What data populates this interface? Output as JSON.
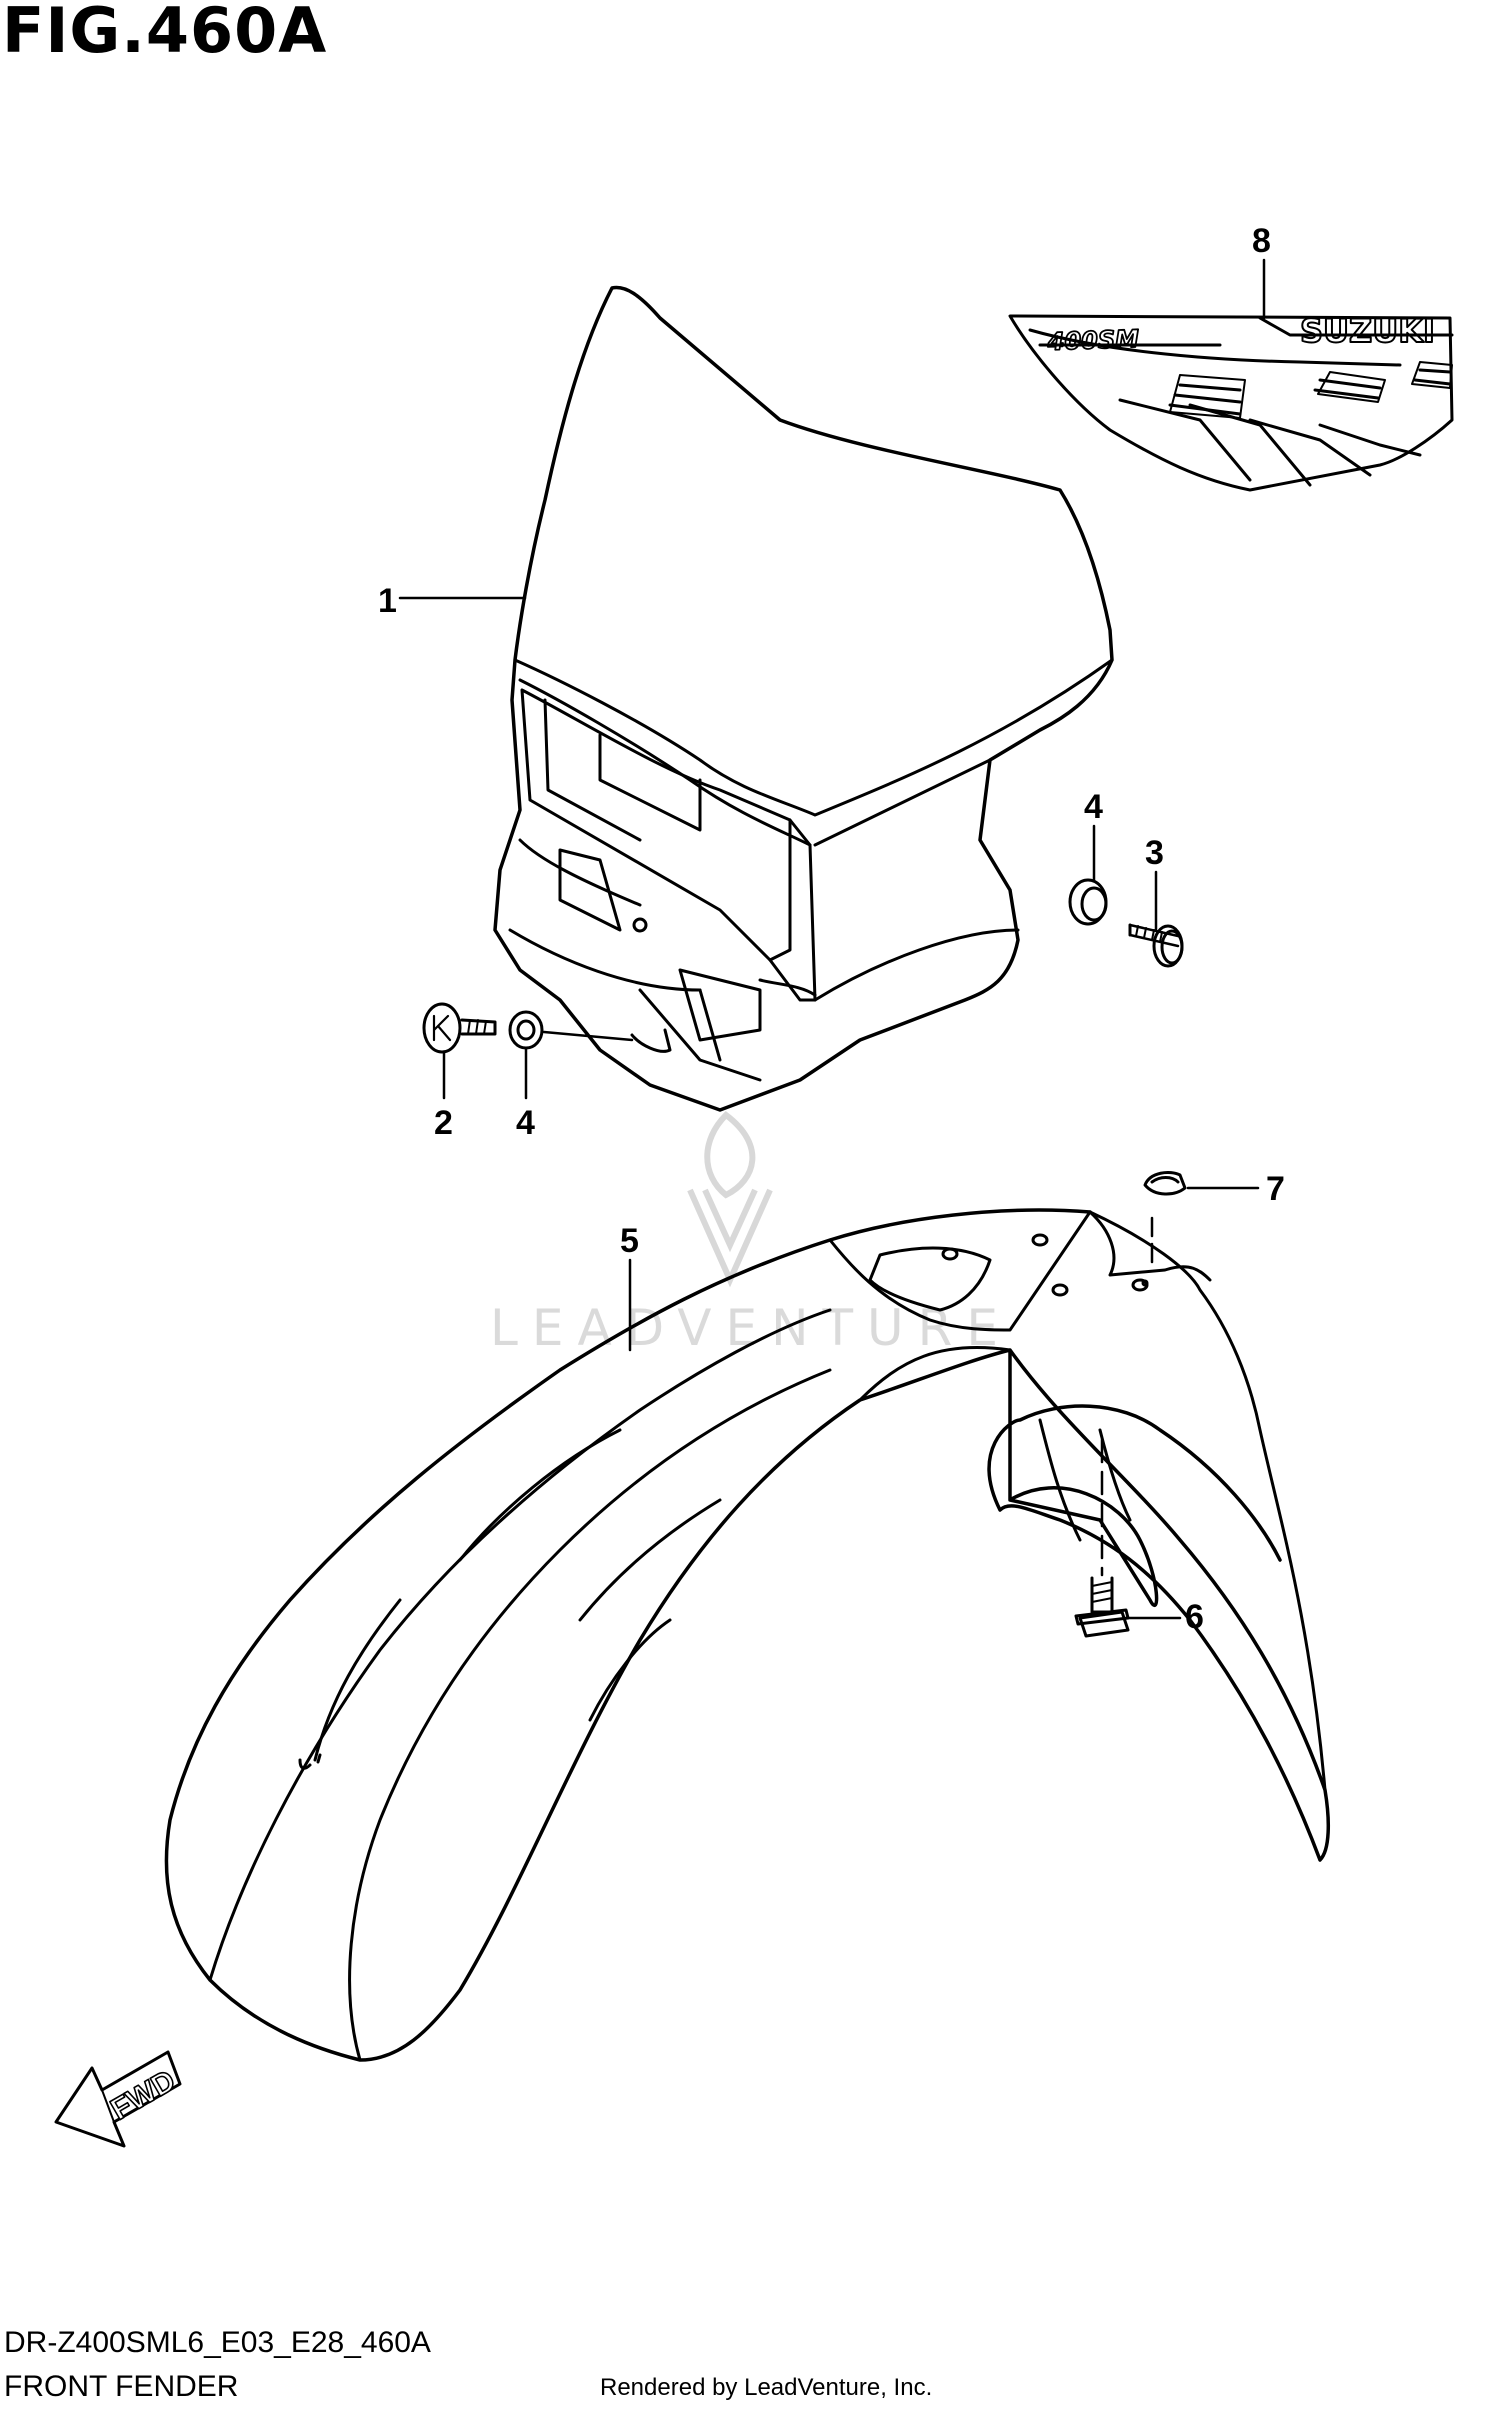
{
  "figure": {
    "title": "FIG.460A",
    "model_code": "DR-Z400SML6_E03_E28_460A",
    "section_title": "FRONT FENDER",
    "render_credit": "Rendered by LeadVenture, Inc."
  },
  "callouts": [
    {
      "id": "callout-1",
      "label": "1"
    },
    {
      "id": "callout-2",
      "label": "2"
    },
    {
      "id": "callout-3",
      "label": "3"
    },
    {
      "id": "callout-4a",
      "label": "4"
    },
    {
      "id": "callout-4b",
      "label": "4"
    },
    {
      "id": "callout-5",
      "label": "5"
    },
    {
      "id": "callout-6",
      "label": "6"
    },
    {
      "id": "callout-7",
      "label": "7"
    },
    {
      "id": "callout-8",
      "label": "8"
    }
  ],
  "decal": {
    "brand": "SUZUKI",
    "model": "400SM"
  },
  "fwd_arrow": {
    "label": "FWD"
  },
  "watermark": {
    "text": "LEADVENTURE"
  },
  "colors": {
    "line": "#000000",
    "watermark": "#d8d8d8"
  }
}
